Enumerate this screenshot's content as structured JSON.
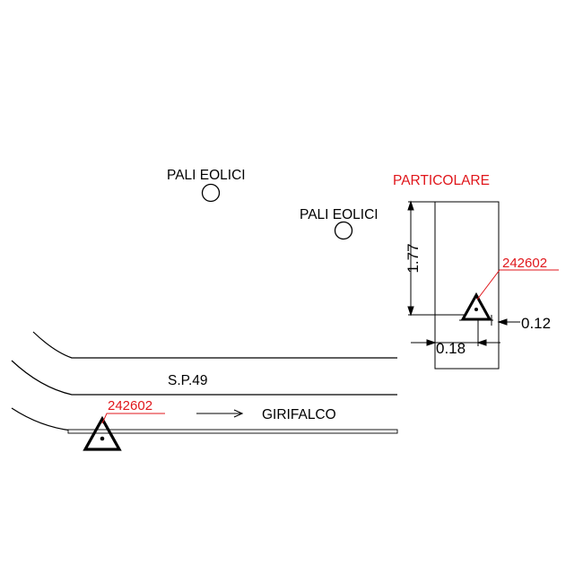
{
  "labels": {
    "wind_poles_1": "PALI EOLICI",
    "wind_poles_2": "PALI EOLICI",
    "detail_title": "PARTICOLARE",
    "road_name": "S.P.49",
    "direction": "GIRIFALCO",
    "marker_id_main": "242602",
    "marker_id_detail": "242602"
  },
  "dimensions": {
    "vertical": "1.77",
    "horizontal_offset": "0.18",
    "marker_offset": "0.12"
  },
  "colors": {
    "line": "#000000",
    "accent": "#e0161b"
  },
  "icons": {
    "direction": "arrow-right-icon",
    "marker": "triangle-marker-icon",
    "pole": "circle-pole-icon"
  }
}
